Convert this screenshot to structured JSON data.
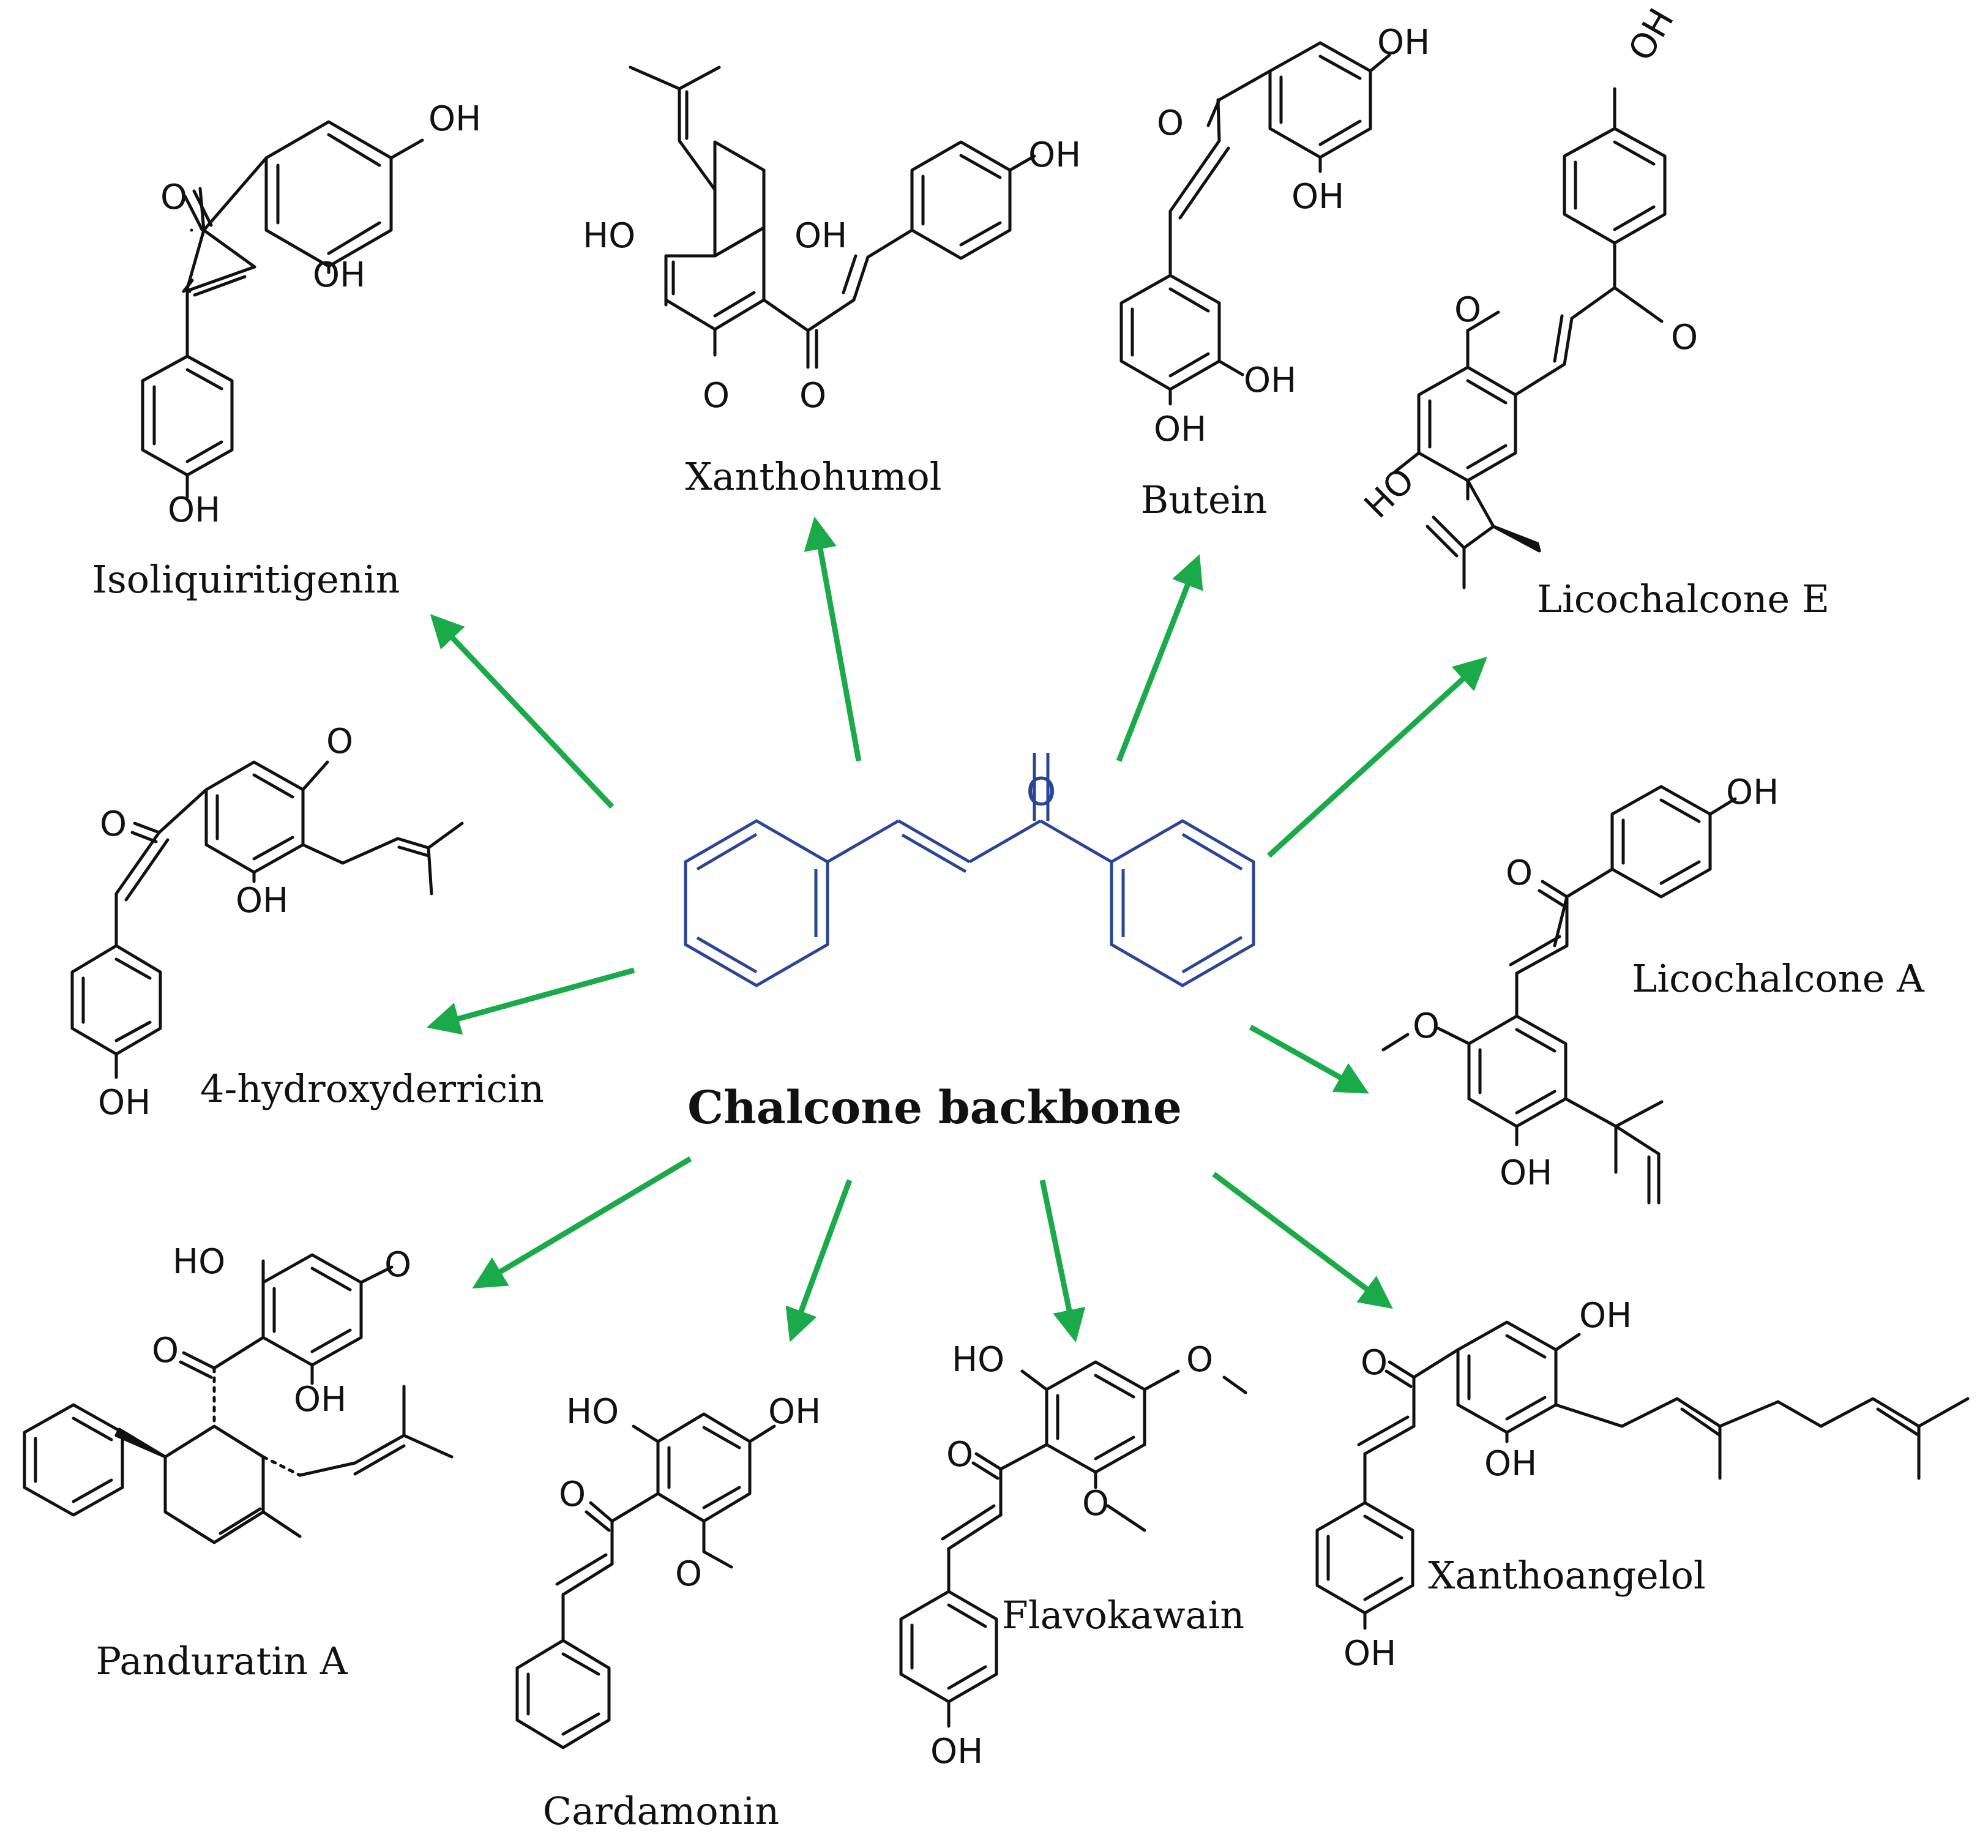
{
  "colors": {
    "backbone": "#2b4596",
    "arrow": "#1aaa4a",
    "structure": "#111111"
  },
  "center": {
    "label": "Chalcone backbone",
    "atom_label": "O"
  },
  "atoms": {
    "oh": "OH",
    "ho": "HO",
    "o": "O"
  },
  "compounds": {
    "isoliquiritigenin": "Isoliquiritigenin",
    "xanthohumol": "Xanthohumol",
    "butein": "Butein",
    "licochalcone_e": "Licochalcone E",
    "hydroxyderricin": "4-hydroxyderricin",
    "licochalcone_a": "Licochalcone A",
    "panduratin_a": "Panduratin A",
    "cardamonin": "Cardamonin",
    "flavokawain": "Flavokawain",
    "xanthoangelol": "Xanthoangelol"
  }
}
